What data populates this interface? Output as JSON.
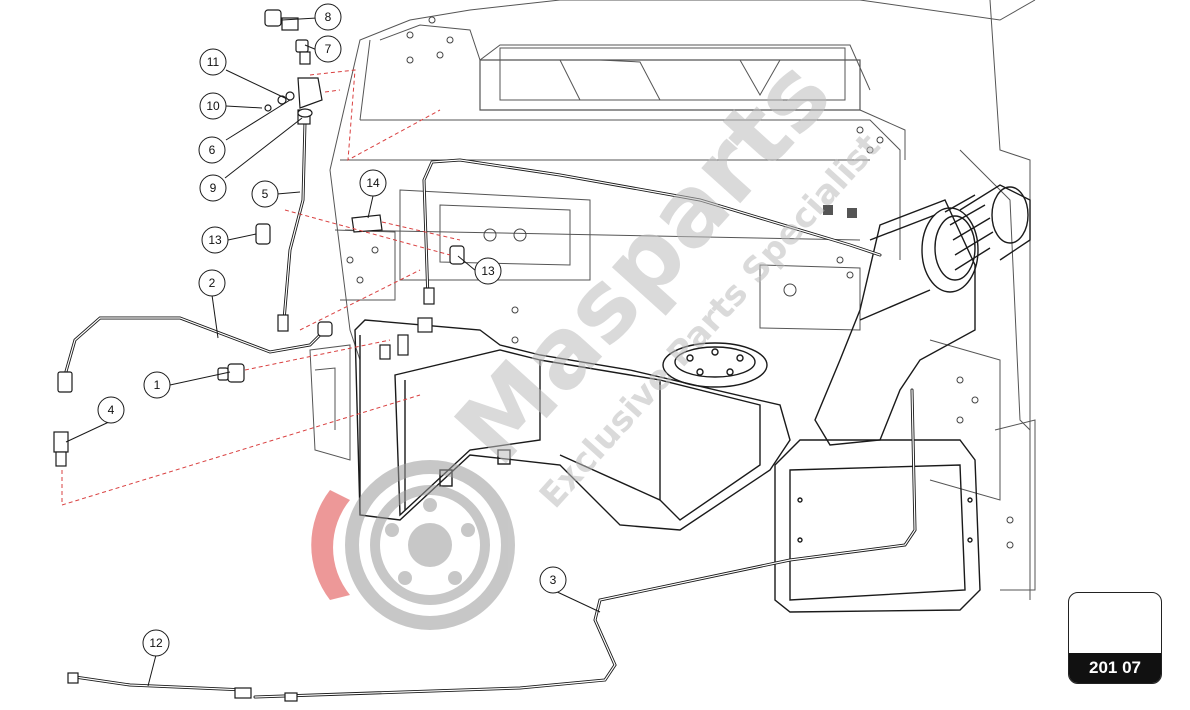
{
  "page_reference": "201 07",
  "watermark": {
    "brand": "Masparts",
    "tagline": "Exclusive Parts Specialist"
  },
  "callouts": [
    {
      "id": "1",
      "label": "1"
    },
    {
      "id": "2",
      "label": "2"
    },
    {
      "id": "3",
      "label": "3"
    },
    {
      "id": "4",
      "label": "4"
    },
    {
      "id": "5",
      "label": "5"
    },
    {
      "id": "6",
      "label": "6"
    },
    {
      "id": "7",
      "label": "7"
    },
    {
      "id": "8",
      "label": "8"
    },
    {
      "id": "9",
      "label": "9"
    },
    {
      "id": "10",
      "label": "10"
    },
    {
      "id": "11",
      "label": "11"
    },
    {
      "id": "12",
      "label": "12"
    },
    {
      "id": "13a",
      "label": "13"
    },
    {
      "id": "13b",
      "label": "13"
    },
    {
      "id": "14",
      "label": "14"
    }
  ],
  "colors": {
    "line": "#1a1a1a",
    "frame": "#555555",
    "leader": "#d94040",
    "logo_red": "#e04545",
    "logo_gray": "#9a9a9a"
  }
}
